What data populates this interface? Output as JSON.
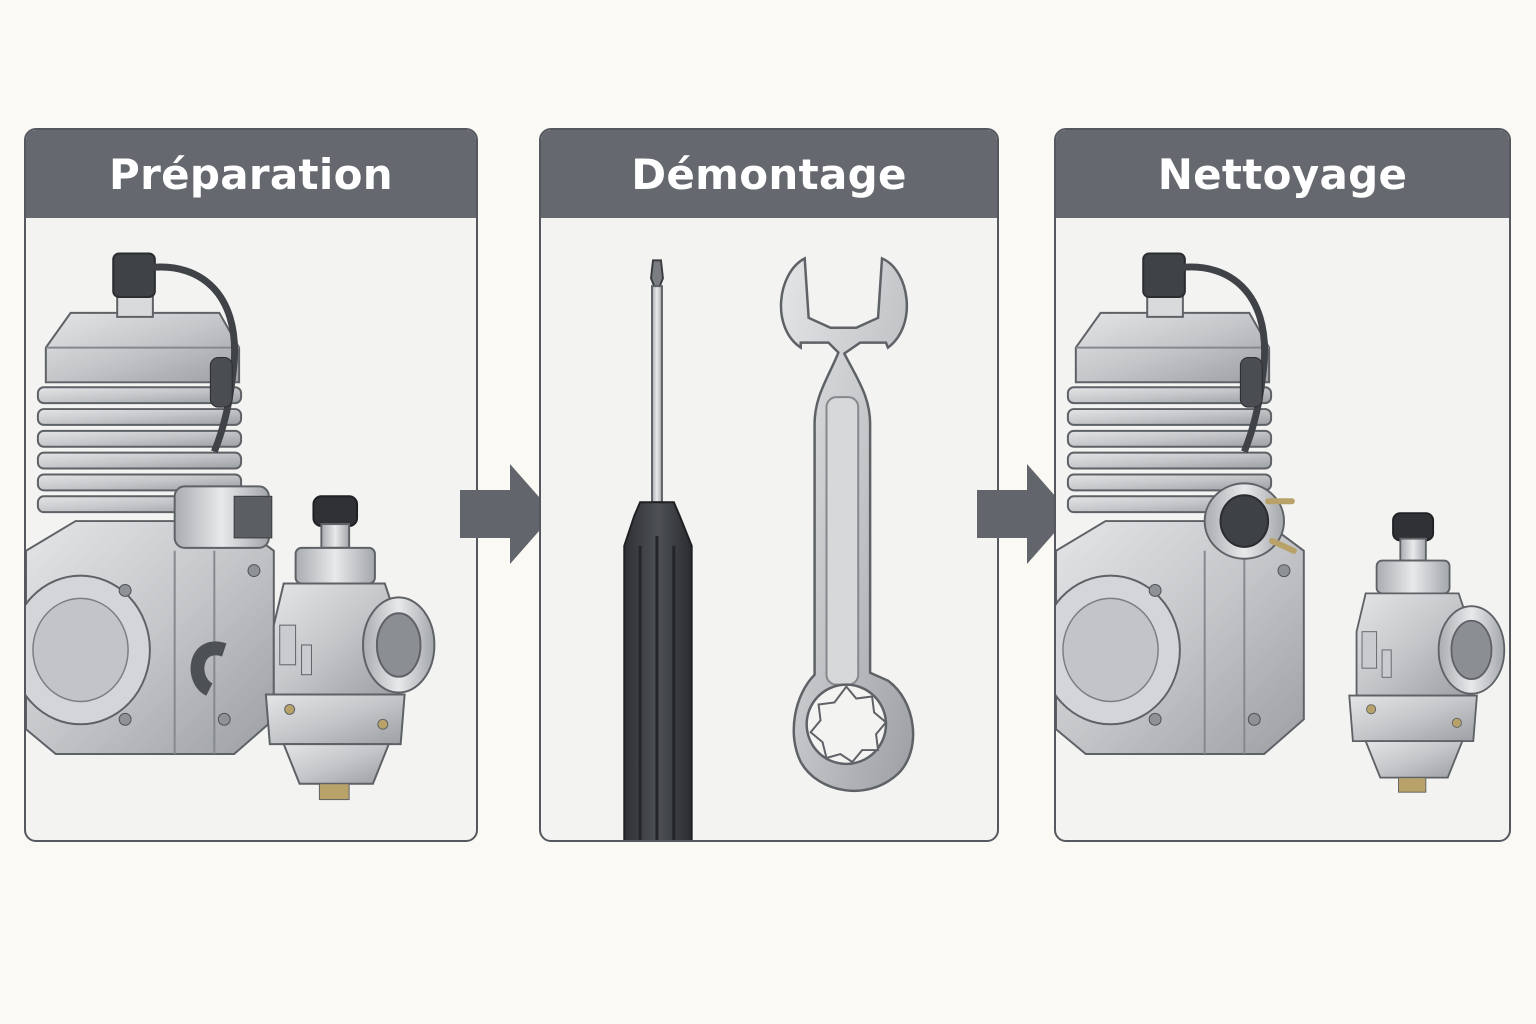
{
  "steps": [
    {
      "title": "Préparation",
      "illustration": "engine-with-carburetor"
    },
    {
      "title": "Démontage",
      "illustration": "screwdriver-and-wrench"
    },
    {
      "title": "Nettoyage",
      "illustration": "engine-and-detached-carburetor"
    }
  ],
  "colors": {
    "background": "#faf9f4",
    "header": "#65686e",
    "header_text": "#ffffff",
    "panel": "#f3f3f1",
    "arrow": "#62656b",
    "metal": "#c9cbce"
  },
  "icons": [
    "arrow-right-icon",
    "engine-icon",
    "carburetor-icon",
    "screwdriver-icon",
    "wrench-icon"
  ]
}
